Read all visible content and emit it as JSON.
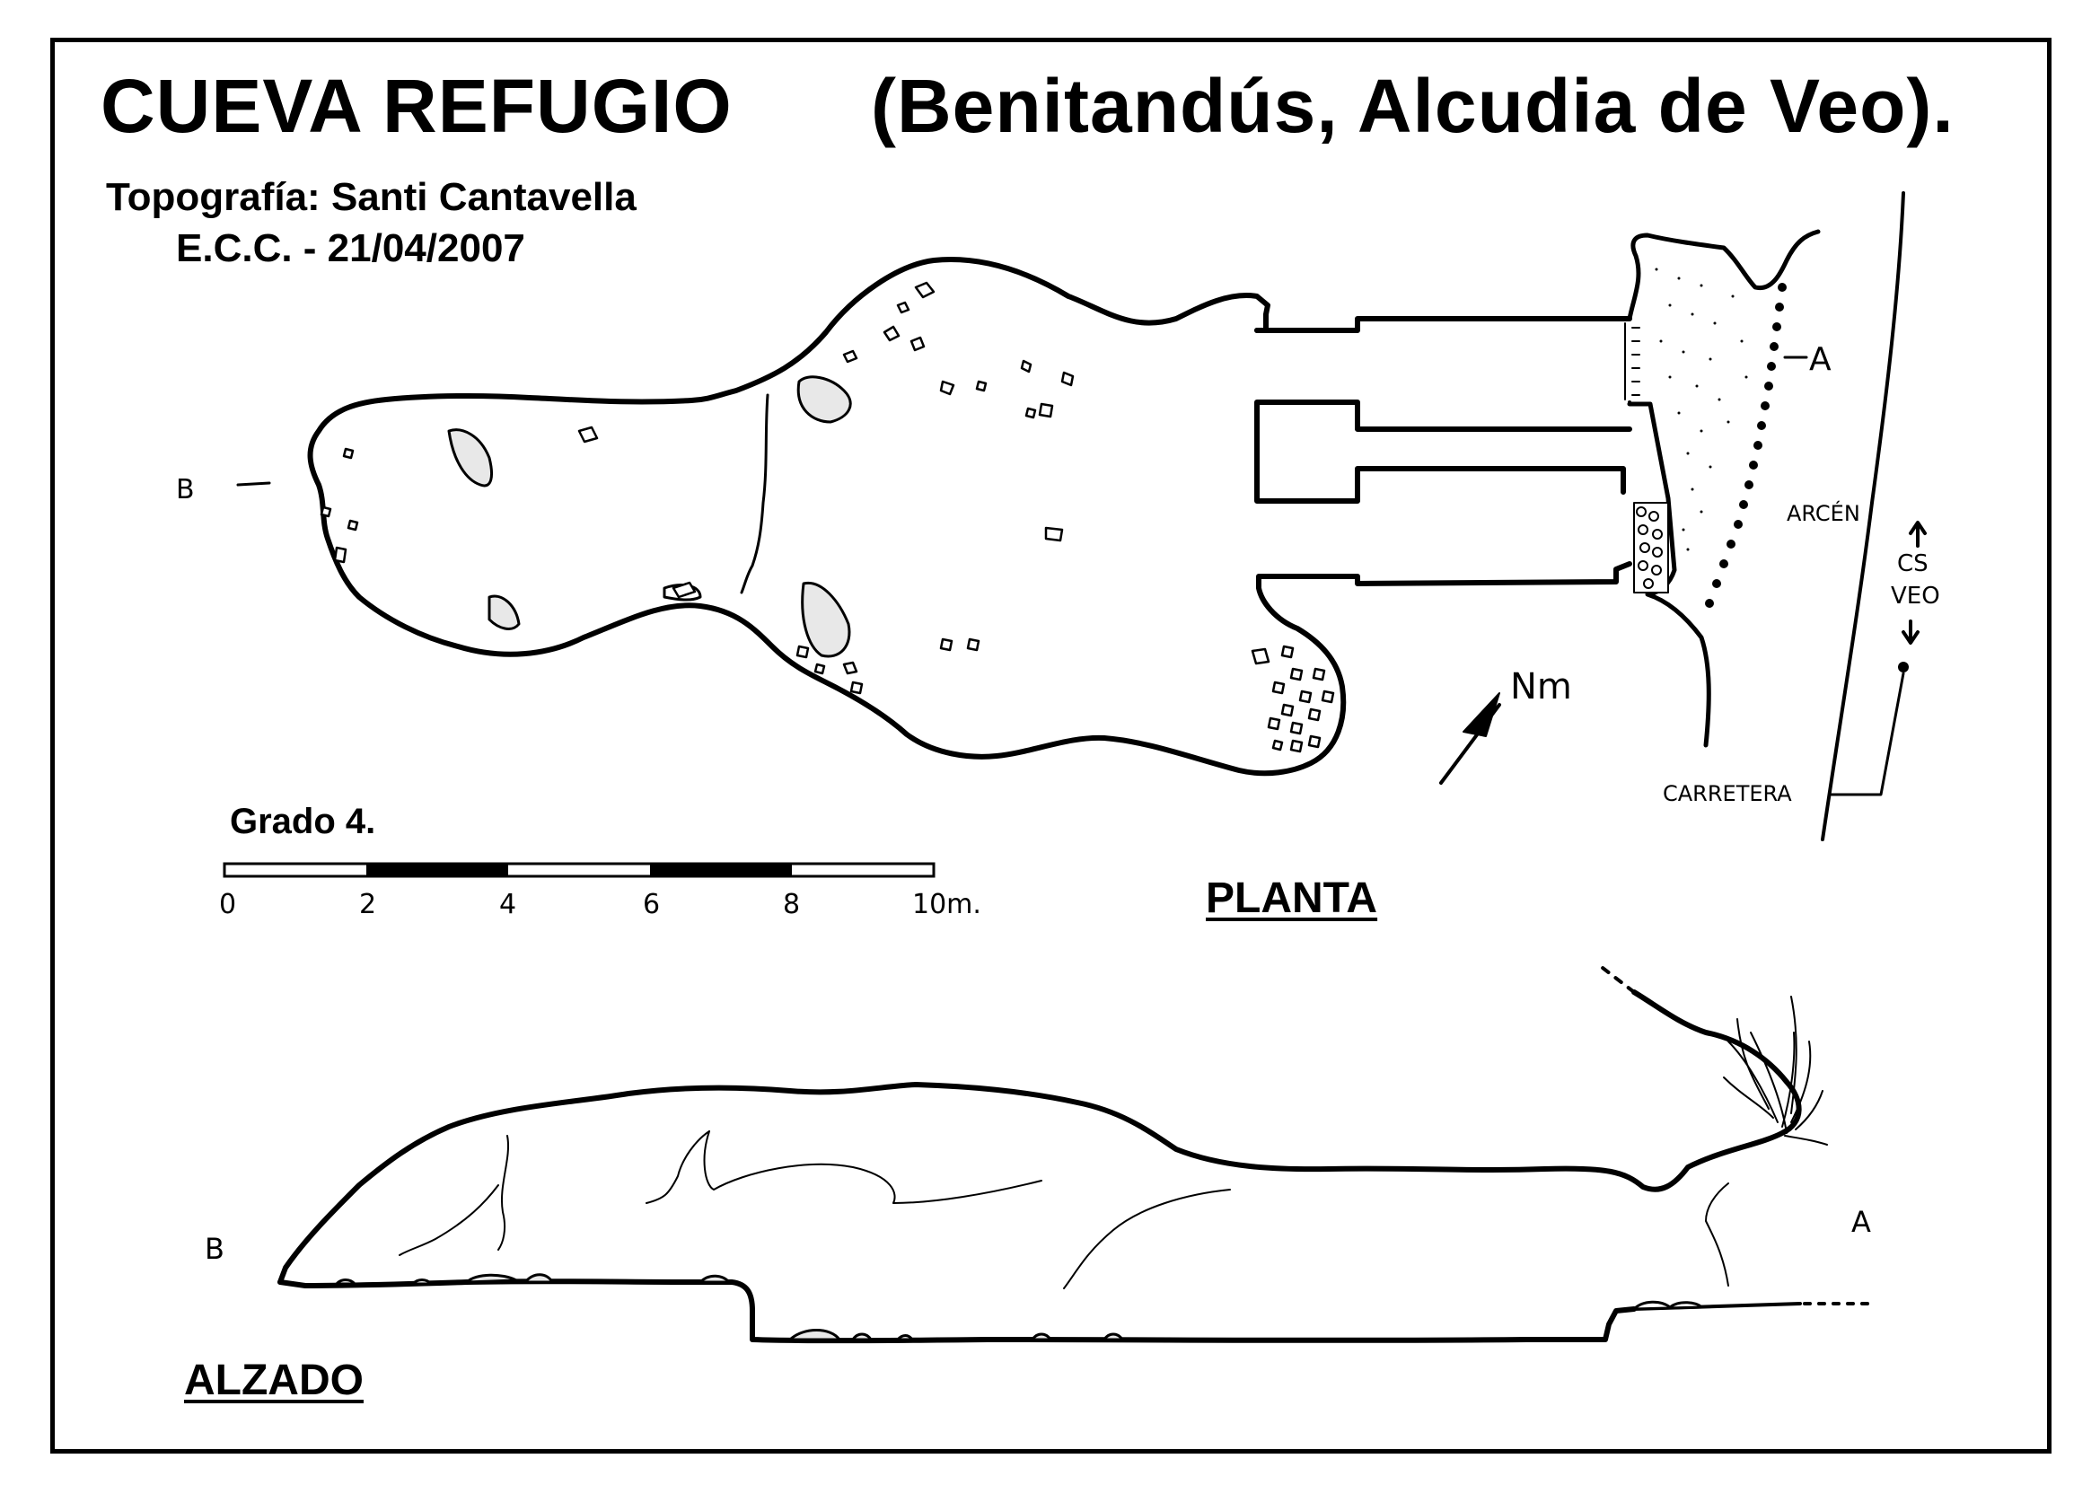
{
  "header": {
    "title": "CUEVA  REFUGIO",
    "location": "(Benitandús,  Alcudia de Veo).",
    "surveyor_line": "Topografía:  Santi Cantavella",
    "club_date_line": "E.C.C.   -   21/04/2007"
  },
  "scale": {
    "grade_label": "Grado  4.",
    "ticks": [
      "0",
      "2",
      "4",
      "6",
      "8",
      "10m."
    ]
  },
  "plan": {
    "section_label": "PLANTA",
    "point_b": "B",
    "point_a": "A",
    "north_label": "Nm",
    "shoulder_label": "ARCÉN",
    "direction_top": "CS",
    "direction_bottom": "VEO",
    "road_label": "CARRETERA"
  },
  "elevation": {
    "section_label": "ALZADO",
    "point_b": "B",
    "point_a": "A"
  },
  "colors": {
    "ink": "#000000",
    "paper": "#ffffff"
  }
}
